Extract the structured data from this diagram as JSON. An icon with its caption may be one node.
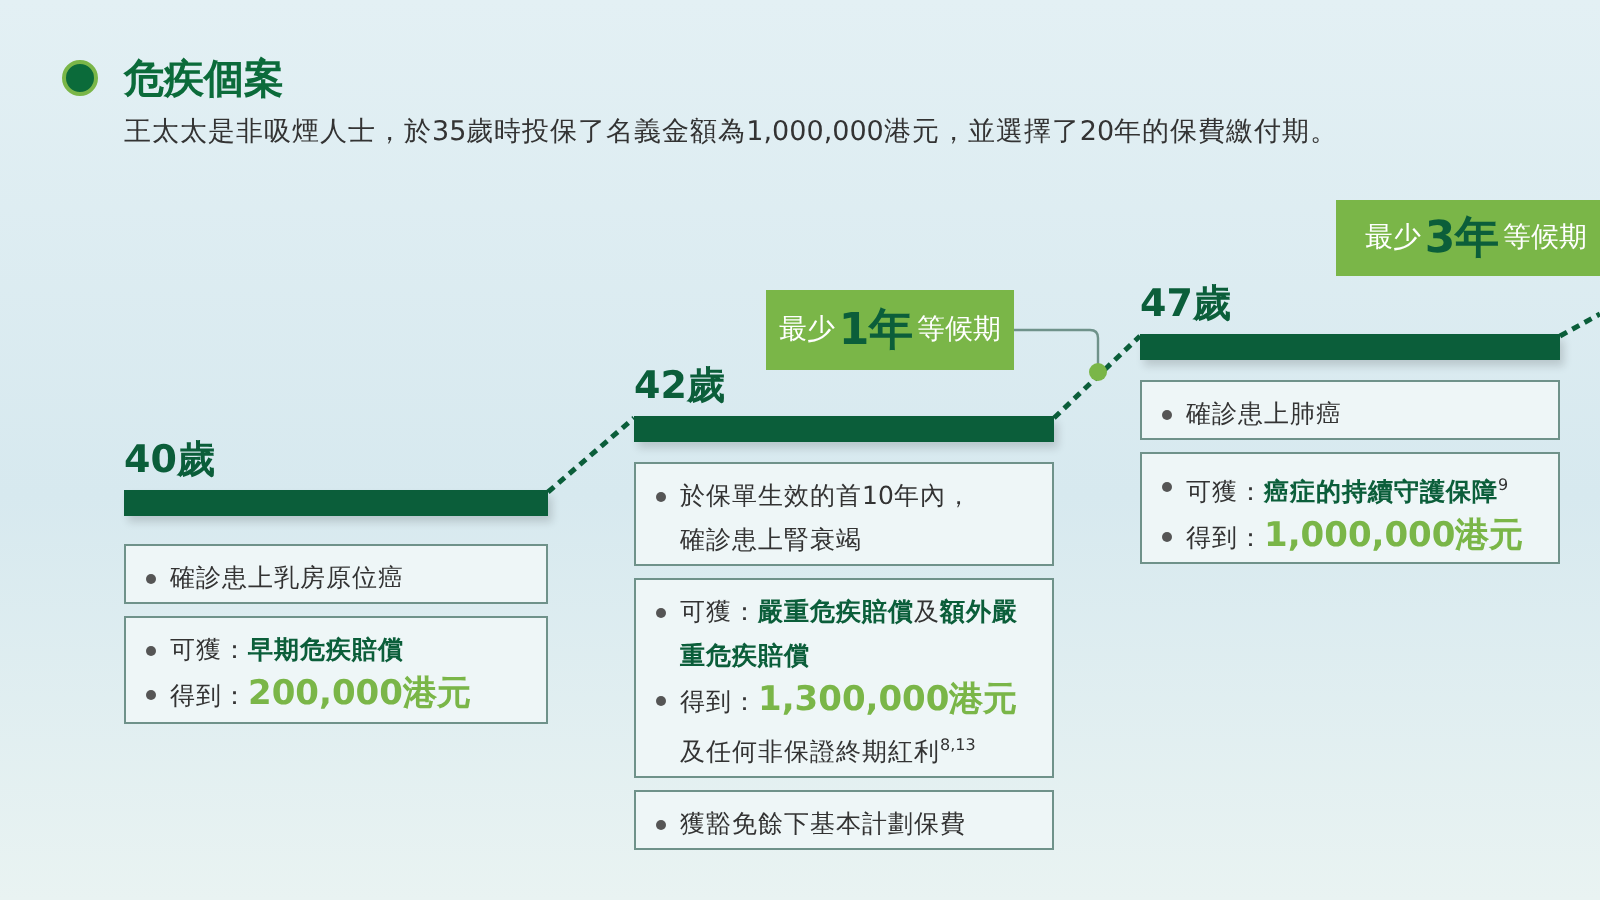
{
  "diagram": {
    "title": "危疾個案",
    "nodes": [
      {
        "text": [
          "40歲"
        ]
      },
      {
        "text": [
          "確診患上乳房原位癌"
        ]
      },
      {
        "text": [
          "可獲：**早期危疾賠償**",
          "得到：**200,000港元**"
        ]
      },
      {
        "text": [
          "42歲"
        ]
      },
      {
        "text": [
          "於保單生效的首10年內，確診患上腎衰竭"
        ]
      },
      {
        "text": [
          "可獲：**嚴重危疾賠償**及**額外嚴重危疾賠償**",
          "得到：**1,300,000港元**及任何非保證終期紅利$^{8,13}$"
        ]
      },
      {
        "text": [
          "獲豁免餘下基本計劃保費"
        ]
      },
      {
        "text": [
          "最少**1年**等候期"
        ]
      },
      {
        "text": [
          "47歲"
        ]
      },
      {
        "text": [
          "確診患上肺癌"
        ]
      },
      {
        "text": [
          "可獲：**癌症的持續守護保障**$^{9}$",
          "得到：**1,000,000港元**"
        ]
      },
      {
        "text": [
          "最少**3年**等候期"
        ]
      }
    ],
    "edges": [
      {
        "from": 0,
        "to": 3,
        "arrow": "none",
        "style": "dashed"
      },
      {
        "from": 3,
        "to": 8,
        "arrow": "none",
        "style": "dashed"
      },
      {
        "from": 8,
        "to": null,
        "arrow": "none",
        "style": "dashed"
      },
      {
        "from": 7,
        "to": null,
        "arrow": "none",
        "color": "#6f928a"
      }
    ],
    "labels": [
      "王太太是非吸煙人士，於35歲時投保了名義金額為1,000,000港元，並選擇了20年的保費繳付期。"
    ]
  }
}
